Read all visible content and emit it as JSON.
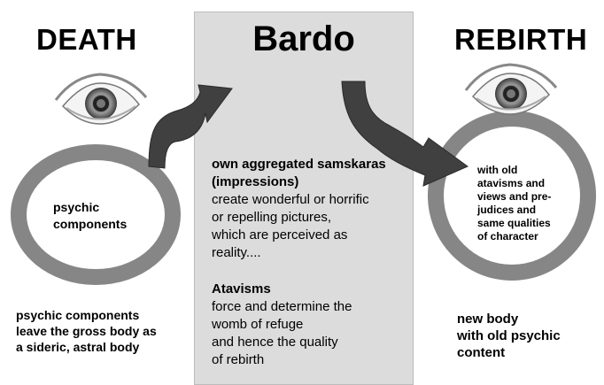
{
  "headings": {
    "death": "DEATH",
    "bardo": "Bardo",
    "rebirth": "REBIRTH"
  },
  "bardo_text": {
    "heading1": "own aggregated samskaras (impressions)",
    "body1_lines": [
      "create wonderful or horrific",
      "or repelling pictures,",
      "which are perceived as",
      "reality...."
    ],
    "heading2": "Atavisms",
    "body2_lines": [
      "force and determine the",
      "womb of refuge",
      "and hence the quality",
      "of rebirth"
    ]
  },
  "death_ring": {
    "lines": [
      "psychic",
      "components"
    ]
  },
  "rebirth_ring": {
    "lines": [
      "with old",
      "atavisms and",
      "views and pre-",
      "judices and",
      "same qualities",
      "of character"
    ]
  },
  "death_caption": {
    "lines": [
      "psychic components",
      "leave the gross body as",
      "a sideric, astral body"
    ]
  },
  "rebirth_caption": {
    "lines": [
      "new body",
      "with old psychic",
      "content"
    ]
  },
  "colors": {
    "ring": "#868686",
    "arrow": "#404040",
    "bardo_background": "#dcdcdc"
  },
  "icons": [
    "eye-icon",
    "eye-icon",
    "curved-arrow",
    "curved-arrow"
  ]
}
